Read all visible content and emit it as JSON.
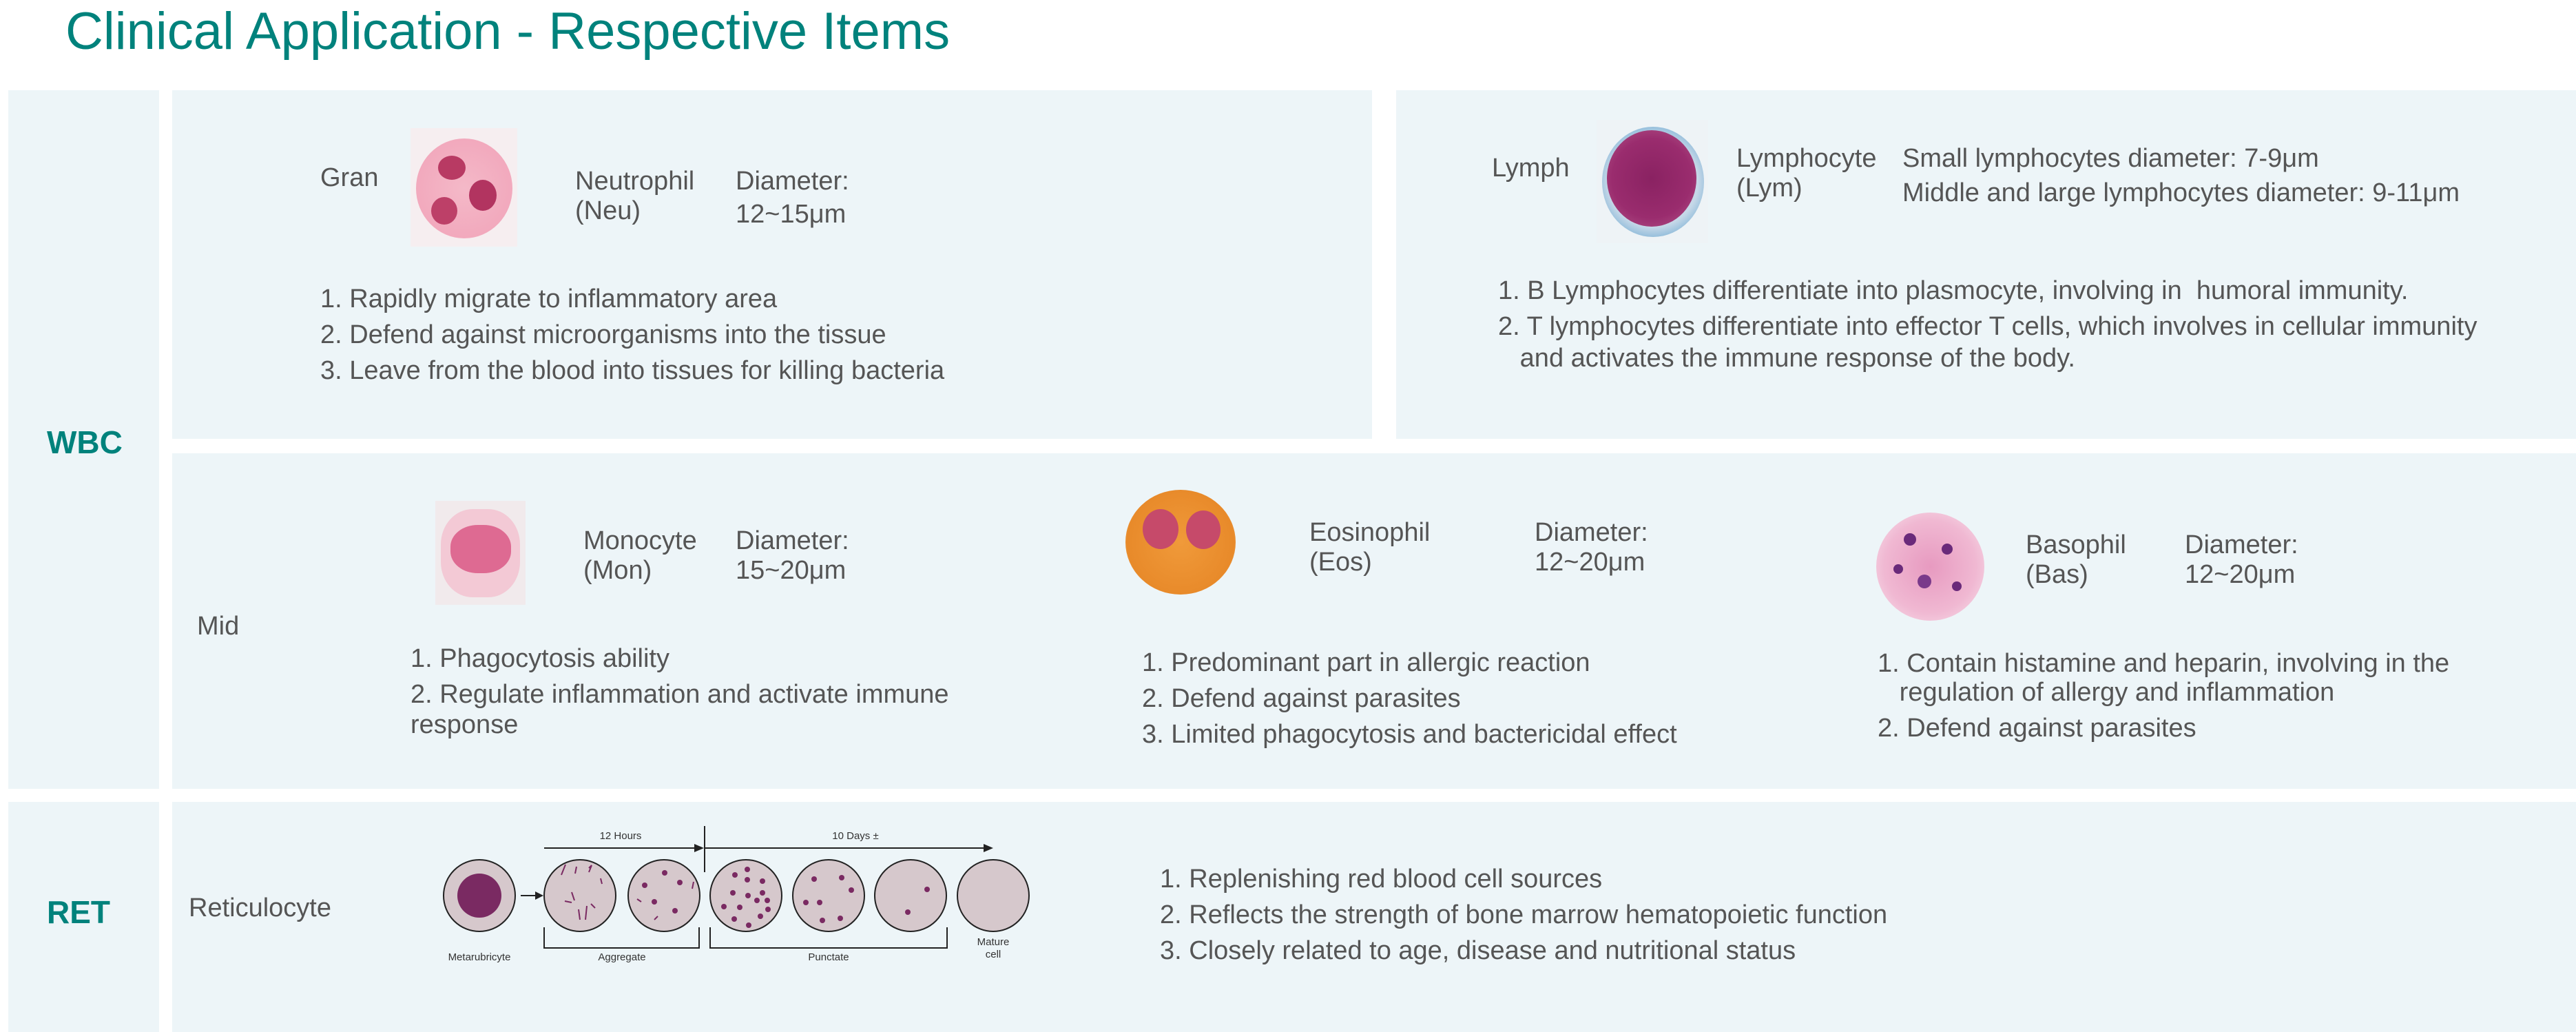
{
  "title": "Clinical Application - Respective Items",
  "categories": {
    "wbc": "WBC",
    "ret": "RET"
  },
  "gran": {
    "label": "Gran",
    "cell_name": "Neutrophil",
    "cell_abbr": "(Neu)",
    "diameter_label": "Diameter:",
    "diameter_value": "12~15μm",
    "items": [
      "1. Rapidly migrate to inflammatory area",
      "2. Defend against microorganisms into the tissue",
      "3. Leave from the blood into tissues for killing bacteria"
    ]
  },
  "lymph": {
    "label": "Lymph",
    "cell_name": "Lymphocyte",
    "cell_abbr": "(Lym)",
    "diameter_small": "Small lymphocytes diameter: 7-9μm",
    "diameter_large": "Middle and large lymphocytes diameter: 9-11μm",
    "items": [
      "1. B Lymphocytes differentiate into plasmocyte, involving in  humoral immunity.",
      "2. T lymphocytes differentiate into effector T cells, which involves in cellular immunity\n   and activates the immune response of the body."
    ]
  },
  "mid": {
    "label": "Mid",
    "monocyte": {
      "cell_name": "Monocyte",
      "cell_abbr": "(Mon)",
      "diameter_label": "Diameter:",
      "diameter_value": "15~20μm",
      "items": [
        "1. Phagocytosis ability",
        "2. Regulate inflammation and activate immune\nresponse"
      ]
    },
    "eosinophil": {
      "cell_name": "Eosinophil",
      "cell_abbr": "(Eos)",
      "diameter_label": "Diameter:",
      "diameter_value": "12~20μm",
      "items": [
        "1. Predominant part in allergic reaction",
        "2. Defend against parasites",
        "3. Limited phagocytosis and bactericidal effect"
      ]
    },
    "basophil": {
      "cell_name": "Basophil",
      "cell_abbr": "(Bas)",
      "diameter_label": "Diameter:",
      "diameter_value": "12~20μm",
      "items": [
        "1. Contain histamine and heparin, involving in the\n   regulation of allergy and inflammation",
        "2. Defend against parasites"
      ]
    }
  },
  "ret": {
    "label": "Reticulocyte",
    "diagram": {
      "time1": "12 Hours",
      "time2": "10 Days ±",
      "stage1": "Metarubricyte",
      "stage2": "Aggregate",
      "stage3": "Punctate",
      "stage4_line1": "Mature",
      "stage4_line2": "cell"
    },
    "items": [
      "1. Replenishing red blood cell sources",
      "2. Reflects the strength of bone marrow hematopoietic function",
      "3. Closely related to age, disease and nutritional status"
    ]
  }
}
